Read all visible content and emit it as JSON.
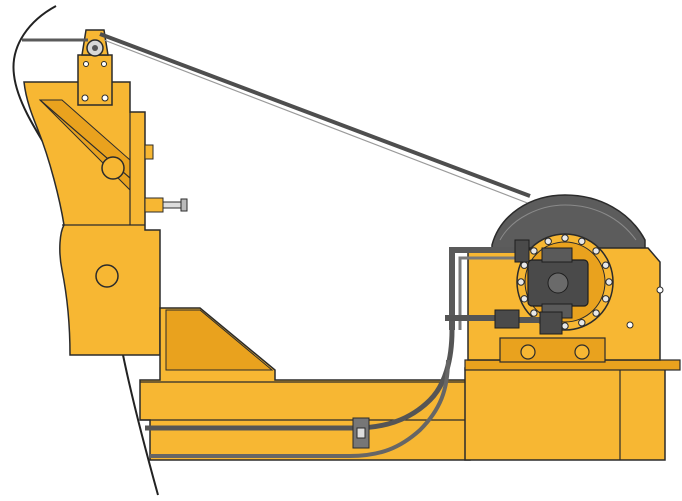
{
  "colors": {
    "frame": "#F7B733",
    "frame_shade": "#E9A21E",
    "outline": "#2b2b2b",
    "cable": "#5a5a5a",
    "drum": "#5c5c5c",
    "motor": "#4a4a4a",
    "bolt": "#e8e8e8",
    "background": "#ffffff"
  },
  "components": {
    "hull_line": "hull-outline",
    "a_frame": "a-frame-structure",
    "sheave": "top-sheave-block",
    "cable": "winch-cable",
    "winch": "winch-assembly",
    "drum": "winch-drum",
    "motor": "hydraulic-motor",
    "base": "winch-base-skid",
    "hoses": "hydraulic-hoses"
  }
}
